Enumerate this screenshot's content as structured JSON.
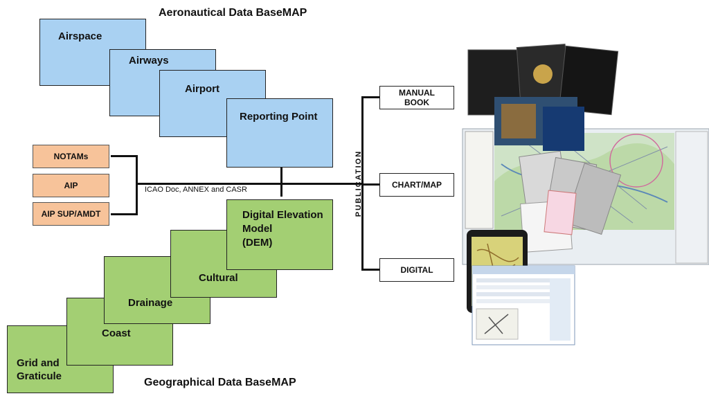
{
  "titles": {
    "aero": "Aeronautical Data BaseMAP",
    "geo": "Geographical Data BaseMAP"
  },
  "aero_layers": [
    "Airspace",
    "Airways",
    "Airport",
    "Reporting Point"
  ],
  "geo_layers": [
    "Grid and Graticule",
    "Coast",
    "Drainage",
    "Cultural",
    "Digital Elevation Model (DEM)"
  ],
  "geo_layer_lines": {
    "grid": [
      "Grid and",
      "Graticule"
    ],
    "dem": [
      "Digital Elevation",
      "Model",
      "(DEM)"
    ]
  },
  "sources": [
    "NOTAMs",
    "AIP",
    "AIP SUP/AMDT"
  ],
  "connector_label": "ICAO Doc, ANNEX and CASR",
  "publication_label": "PUBLICATION",
  "outputs": {
    "manual": [
      "MANUAL",
      "BOOK"
    ],
    "chart": "CHART/MAP",
    "digital": "DIGITAL"
  },
  "colors": {
    "aero_fill": "#a9d1f2",
    "geo_fill": "#a3cf73",
    "source_fill": "#f7c39a"
  }
}
